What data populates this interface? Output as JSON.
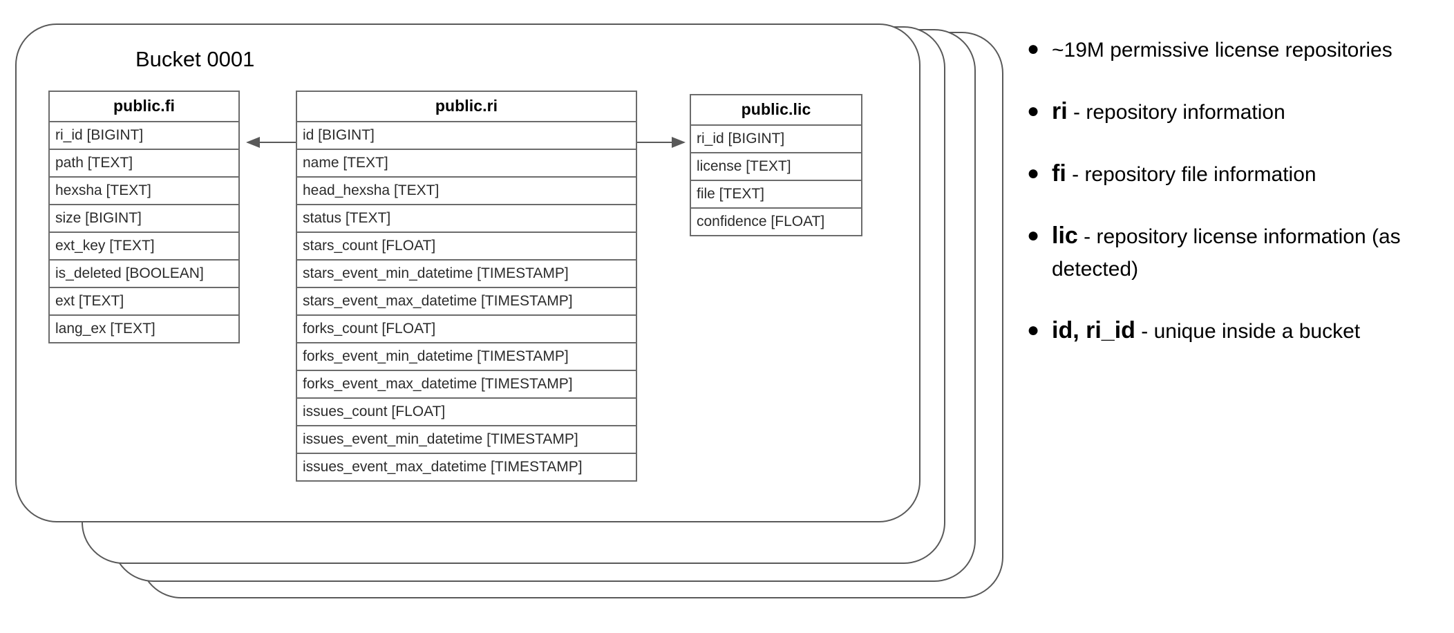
{
  "diagram": {
    "bucket_title": "Bucket 0001",
    "stack_layers": 4,
    "tables": [
      {
        "id": "fi",
        "header": "public.fi",
        "columns": [
          "ri_id [BIGINT]",
          "path [TEXT]",
          "hexsha [TEXT]",
          "size [BIGINT]",
          "ext_key [TEXT]",
          "is_deleted [BOOLEAN]",
          "ext [TEXT]",
          "lang_ex [TEXT]"
        ]
      },
      {
        "id": "ri",
        "header": "public.ri",
        "columns": [
          "id [BIGINT]",
          "name [TEXT]",
          "head_hexsha [TEXT]",
          "status [TEXT]",
          "stars_count [FLOAT]",
          "stars_event_min_datetime [TIMESTAMP]",
          "stars_event_max_datetime [TIMESTAMP]",
          "forks_count [FLOAT]",
          "forks_event_min_datetime [TIMESTAMP]",
          "forks_event_max_datetime [TIMESTAMP]",
          "issues_count [FLOAT]",
          "issues_event_min_datetime [TIMESTAMP]",
          "issues_event_max_datetime [TIMESTAMP]"
        ]
      },
      {
        "id": "lic",
        "header": "public.lic",
        "columns": [
          "ri_id [BIGINT]",
          "license [TEXT]",
          "file [TEXT]",
          "confidence [FLOAT]"
        ]
      }
    ],
    "relations": [
      {
        "from": "ri.id",
        "to": "fi.ri_id",
        "direction": "left"
      },
      {
        "from": "ri.id",
        "to": "lic.ri_id",
        "direction": "right"
      }
    ],
    "line_color": "#595959"
  },
  "notes": {
    "bullet_glyph": "●",
    "items": [
      {
        "lead": "",
        "rest": "~19M permissive license repositories"
      },
      {
        "lead": "ri",
        "rest": " - repository information"
      },
      {
        "lead": "fi",
        "rest": "  - repository file information"
      },
      {
        "lead": "lic",
        "rest": " - repository license information (as detected)"
      },
      {
        "lead": "id, ri_id",
        "rest": " - unique inside a bucket"
      }
    ]
  }
}
